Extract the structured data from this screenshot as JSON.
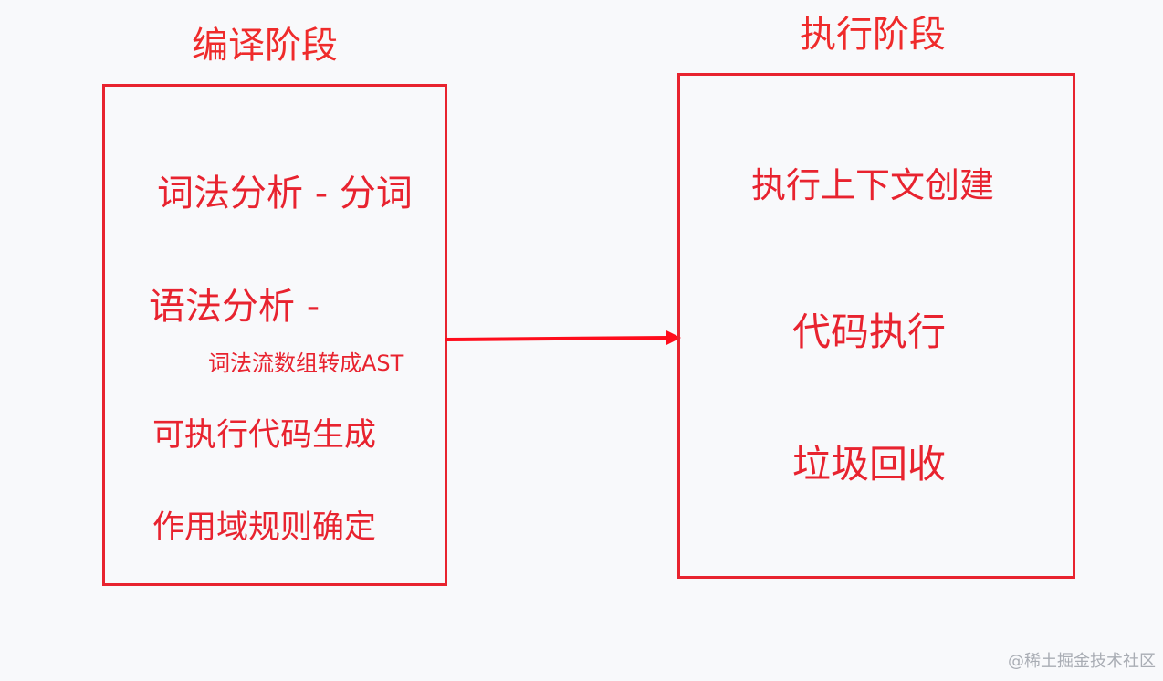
{
  "compile_stage": {
    "title": "编译阶段",
    "items": {
      "lexical": "词法分析 - 分词",
      "syntax": "语法分析 -",
      "syntax_note": "词法流数组转成AST",
      "codegen": "可执行代码生成",
      "scope": "作用域规则确定"
    }
  },
  "execute_stage": {
    "title": "执行阶段",
    "items": {
      "context": "执行上下文创建",
      "run": "代码执行",
      "gc": "垃圾回收"
    }
  },
  "watermark": "@稀土掘金技术社区",
  "colors": {
    "accent": "#e8232f",
    "background": "#f8f9fb"
  }
}
